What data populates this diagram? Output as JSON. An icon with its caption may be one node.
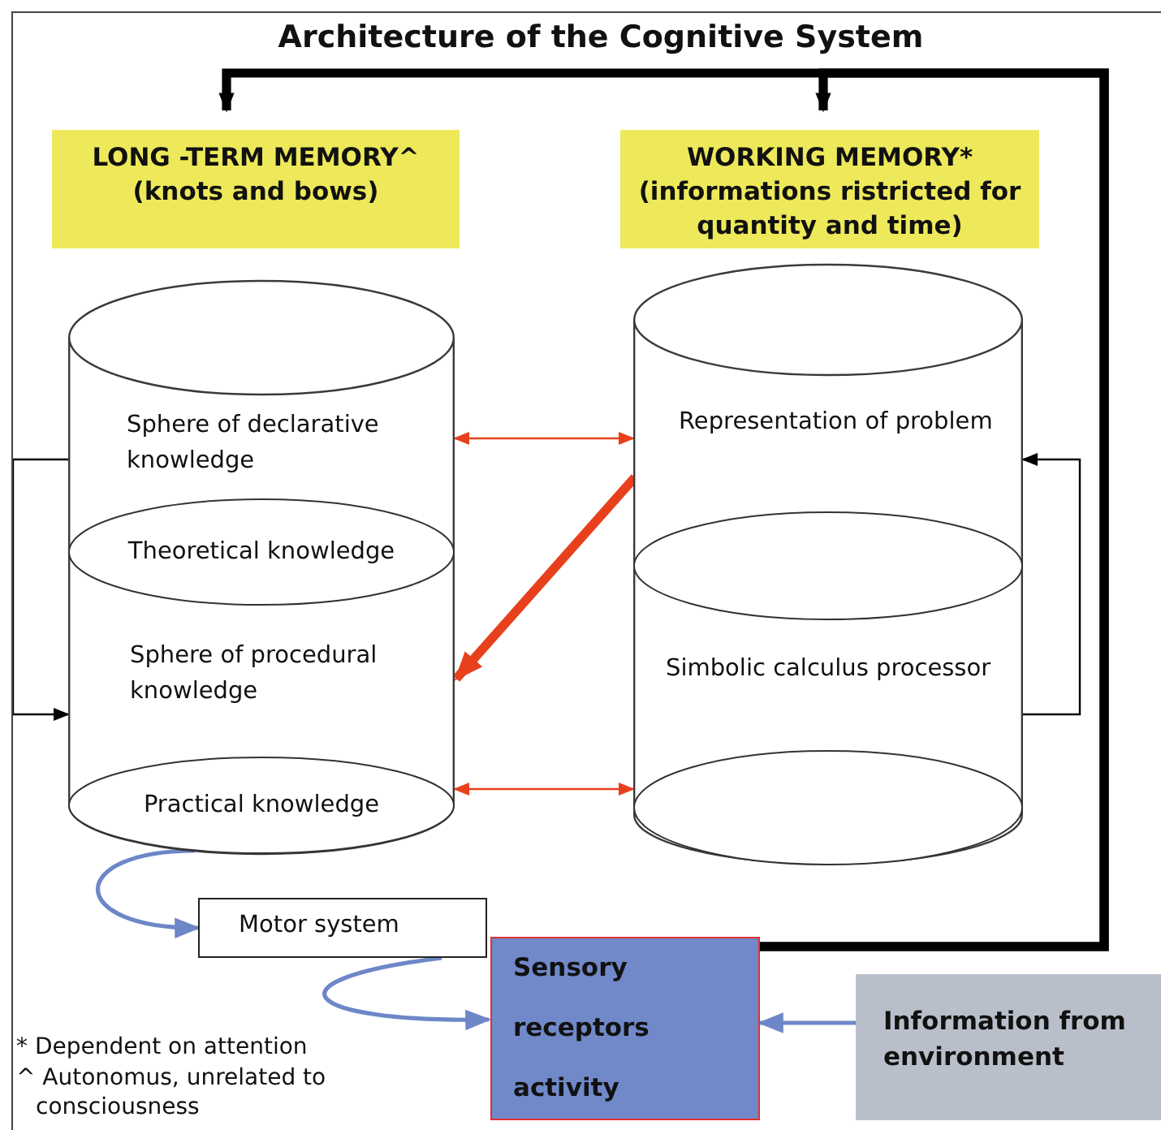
{
  "diagram": {
    "title": "Architecture of the Cognitive System",
    "nodes": [
      {
        "text": [
          "LONG -TERM MEMORY^",
          "(knots and bows)"
        ]
      },
      {
        "text": [
          "WORKING MEMORY*",
          "(informations ristricted for quantity and time)"
        ]
      },
      {
        "text": [],
        "shape": "cylinder"
      },
      {
        "text": [
          "Sphere of declarative knowledge"
        ],
        "in": 2
      },
      {
        "text": [
          "Theoretical knowledge"
        ],
        "in": 2
      },
      {
        "text": [
          "Sphere of procedural knowledge"
        ],
        "in": 2
      },
      {
        "text": [
          "Practical knowledge"
        ],
        "in": 2
      },
      {
        "text": [],
        "shape": "cylinder"
      },
      {
        "text": [
          "Representation of problem"
        ],
        "in": 7
      },
      {
        "text": [],
        "shape": "ellipse",
        "in": 7
      },
      {
        "text": [
          "Simbolic calculus processor"
        ],
        "in": 7
      },
      {
        "text": [],
        "shape": "ellipse",
        "in": 7
      },
      {
        "text": [
          "Motor system"
        ]
      },
      {
        "text": [
          "Sensory receptors activity"
        ]
      },
      {
        "text": [
          "Information from environment"
        ]
      }
    ],
    "edges": [
      {
        "from": 13,
        "to": 0,
        "arrow": "to",
        "style": "thick"
      },
      {
        "from": 13,
        "to": 1,
        "arrow": "to",
        "style": "thick"
      },
      {
        "from": 3,
        "to": 8,
        "arrow": "both",
        "color": "#e8401c"
      },
      {
        "from": 6,
        "to": 11,
        "arrow": "both",
        "color": "#e8401c"
      },
      {
        "from": 8,
        "to": 5,
        "arrow": "to",
        "style": "thick",
        "color": "#e8401c"
      },
      {
        "from": 3,
        "to": 5,
        "arrow": "to"
      },
      {
        "from": 10,
        "to": 8,
        "arrow": "to"
      },
      {
        "from": 6,
        "to": 12,
        "arrow": "to",
        "color": "#6d87c8"
      },
      {
        "from": 12,
        "to": 13,
        "arrow": "to",
        "color": "#6d87c8"
      },
      {
        "from": 14,
        "to": 13,
        "arrow": "to",
        "color": "#6d87c8"
      }
    ],
    "labels": [
      "* Dependent on attention",
      "^ Autonomus, unrelated to consciousness"
    ]
  }
}
